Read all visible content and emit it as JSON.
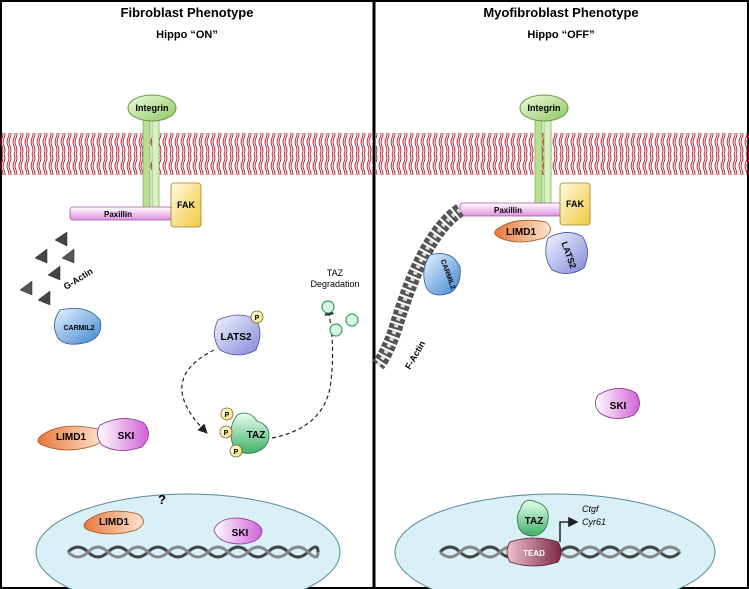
{
  "left_panel": {
    "title": "Fibroblast Phenotype",
    "subtitle": "Hippo “ON”",
    "labels": {
      "integrin": "Integrin",
      "paxillin": "Paxillin",
      "fak": "FAK",
      "g_actin": "G-Actin",
      "carmil2": "CARMIL2",
      "lats2": "LATS2",
      "phospho": "P",
      "taz": "TAZ",
      "taz_degradation_1": "TAZ",
      "taz_degradation_2": "Degradation",
      "limd1": "LIMD1",
      "ski": "SKI",
      "nucleus_limd1": "LIMD1",
      "question": "?",
      "nucleus_ski": "SKI"
    }
  },
  "right_panel": {
    "title": "Myofibroblast Phenotype",
    "subtitle": "Hippo “OFF”",
    "labels": {
      "integrin": "Integrin",
      "paxillin": "Paxillin",
      "fak": "FAK",
      "limd1": "LIMD1",
      "lats2": "LATS2",
      "carmil2": "CARMIL2",
      "f_actin": "F-Actin",
      "ski": "SKI",
      "taz": "TAZ",
      "tead": "TEAD",
      "gene_1": "Ctgf",
      "gene_2": "Cyr61"
    }
  },
  "colors": {
    "membrane": "#b0172d",
    "integrin": "#9fd26a",
    "paxillin": "#e8a8e8",
    "fak": "#f5d45a",
    "carmil2": "#5b9ad8",
    "lats2": "#9aa0e0",
    "limd1": "#f0a070",
    "ski": "#d070d8",
    "taz": "#60c080",
    "tead": "#8a3a55",
    "nucleus": "#d8f0f6"
  }
}
